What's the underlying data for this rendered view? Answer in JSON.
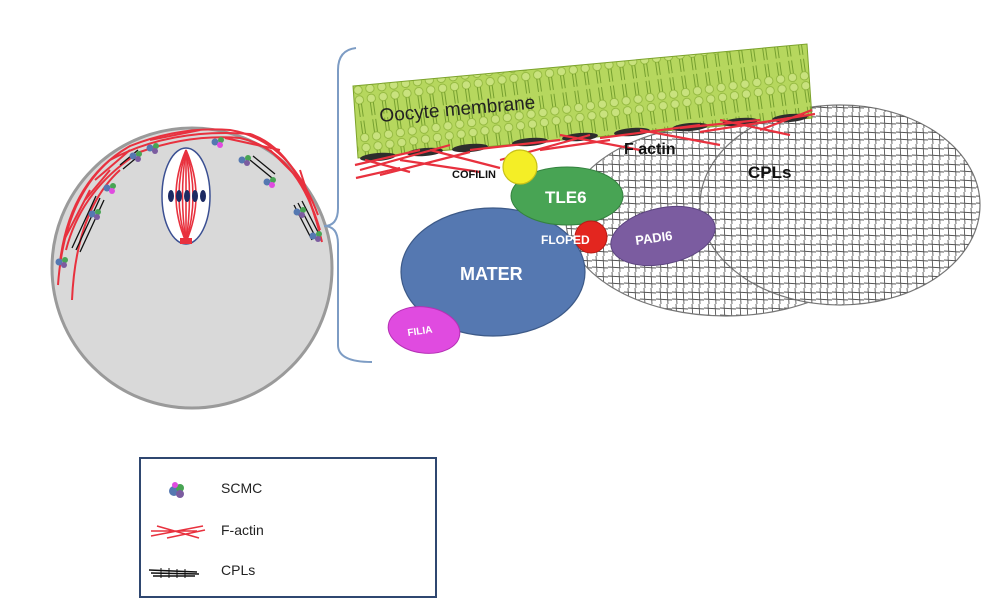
{
  "diagram": {
    "membrane_label": "Oocyte membrane",
    "factin_label": "F actin",
    "cpls_label": "CPLs",
    "proteins": {
      "cofilin": "COFILIN",
      "tle6": "TLE6",
      "floped": "FLOPED",
      "padi6": "PADI6",
      "mater": "MATER",
      "filia": "FILIA"
    }
  },
  "legend": {
    "items": [
      {
        "label": "SCMC",
        "icon": "scmc-icon"
      },
      {
        "label": "F-actin",
        "icon": "f-actin-icon"
      },
      {
        "label": "CPLs",
        "icon": "cpls-icon"
      }
    ]
  },
  "colors": {
    "membrane": "#a9cf4f",
    "factin": "#e8313e",
    "mater": "#5578b1",
    "tle6": "#48a454",
    "padi6": "#7b5ca0",
    "filia": "#e04be0",
    "cofilin": "#f4ee26",
    "floped": "#e3261f",
    "oocyte": "#d9d9d9",
    "spindle": "#e8313e",
    "chromosome": "#1c2a63",
    "bracket": "#7d9cc4",
    "legend_border": "#2f4770"
  }
}
